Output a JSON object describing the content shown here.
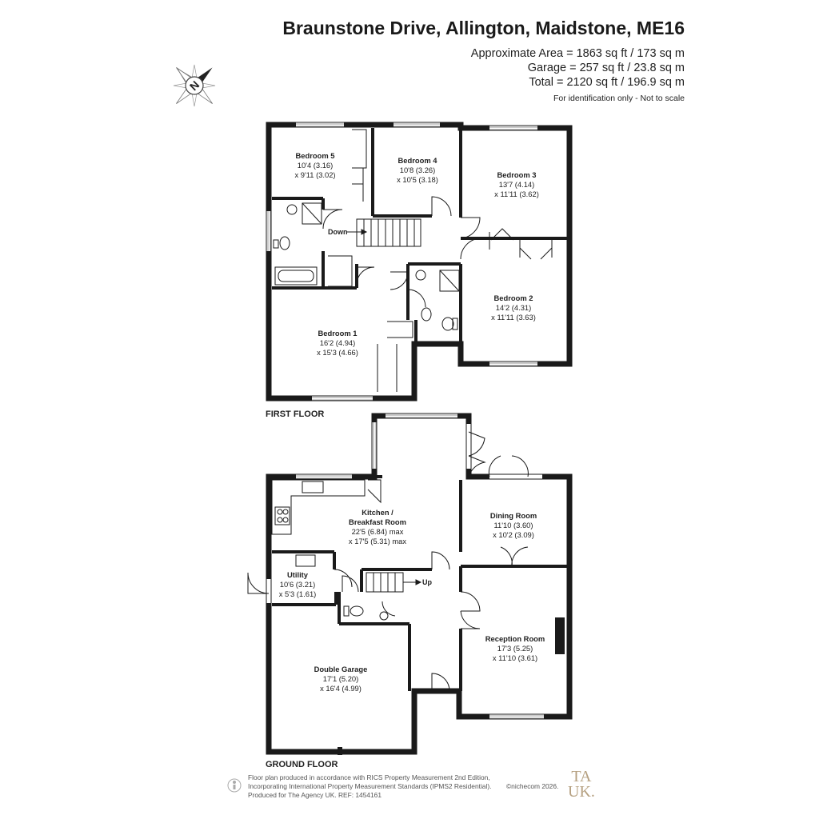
{
  "header": {
    "title": "Braunstone Drive, Allington, Maidstone, ME16",
    "approx_area": "Approximate Area = 1863 sq ft / 173 sq m",
    "garage_area": "Garage = 257 sq ft / 23.8 sq m",
    "total_area": "Total = 2120 sq ft / 196.9 sq m",
    "disclaimer": "For identification only - Not to scale"
  },
  "compass": {
    "letter": "N",
    "icon": "compass-icon"
  },
  "floors": {
    "first": "FIRST FLOOR",
    "ground": "GROUND FLOOR"
  },
  "rooms": {
    "bedroom5": {
      "name": "Bedroom 5",
      "dim1": "10'4 (3.16)",
      "dim2": "x 9'11 (3.02)"
    },
    "bedroom4": {
      "name": "Bedroom 4",
      "dim1": "10'8 (3.26)",
      "dim2": "x 10'5 (3.18)"
    },
    "bedroom3": {
      "name": "Bedroom 3",
      "dim1": "13'7 (4.14)",
      "dim2": "x 11'11 (3.62)"
    },
    "bedroom2": {
      "name": "Bedroom 2",
      "dim1": "14'2 (4.31)",
      "dim2": "x 11'11 (3.63)"
    },
    "bedroom1": {
      "name": "Bedroom 1",
      "dim1": "16'2 (4.94)",
      "dim2": "x 15'3 (4.66)"
    },
    "kitchen": {
      "name1": "Kitchen /",
      "name2": "Breakfast Room",
      "dim1": "22'5 (6.84) max",
      "dim2": "x 17'5 (5.31) max"
    },
    "dining": {
      "name": "Dining Room",
      "dim1": "11'10 (3.60)",
      "dim2": "x 10'2 (3.09)"
    },
    "utility": {
      "name": "Utility",
      "dim1": "10'6 (3.21)",
      "dim2": "x 5'3 (1.61)"
    },
    "reception": {
      "name": "Reception Room",
      "dim1": "17'3 (5.25)",
      "dim2": "x 11'10 (3.61)"
    },
    "garage": {
      "name": "Double Garage",
      "dim1": "17'1 (5.20)",
      "dim2": "x 16'4 (4.99)"
    }
  },
  "stairs": {
    "down": "Down",
    "up": "Up"
  },
  "footer": {
    "line1": "Floor plan produced in accordance with RICS Property Measurement 2nd Edition,",
    "line2": "Incorporating International Property Measurement Standards (IPMS2 Residential).",
    "line3": "Produced for The Agency UK.   REF:  1454161",
    "copyright": "©nichecom 2026.",
    "logo_line1": "TA",
    "logo_line2": "UK."
  }
}
